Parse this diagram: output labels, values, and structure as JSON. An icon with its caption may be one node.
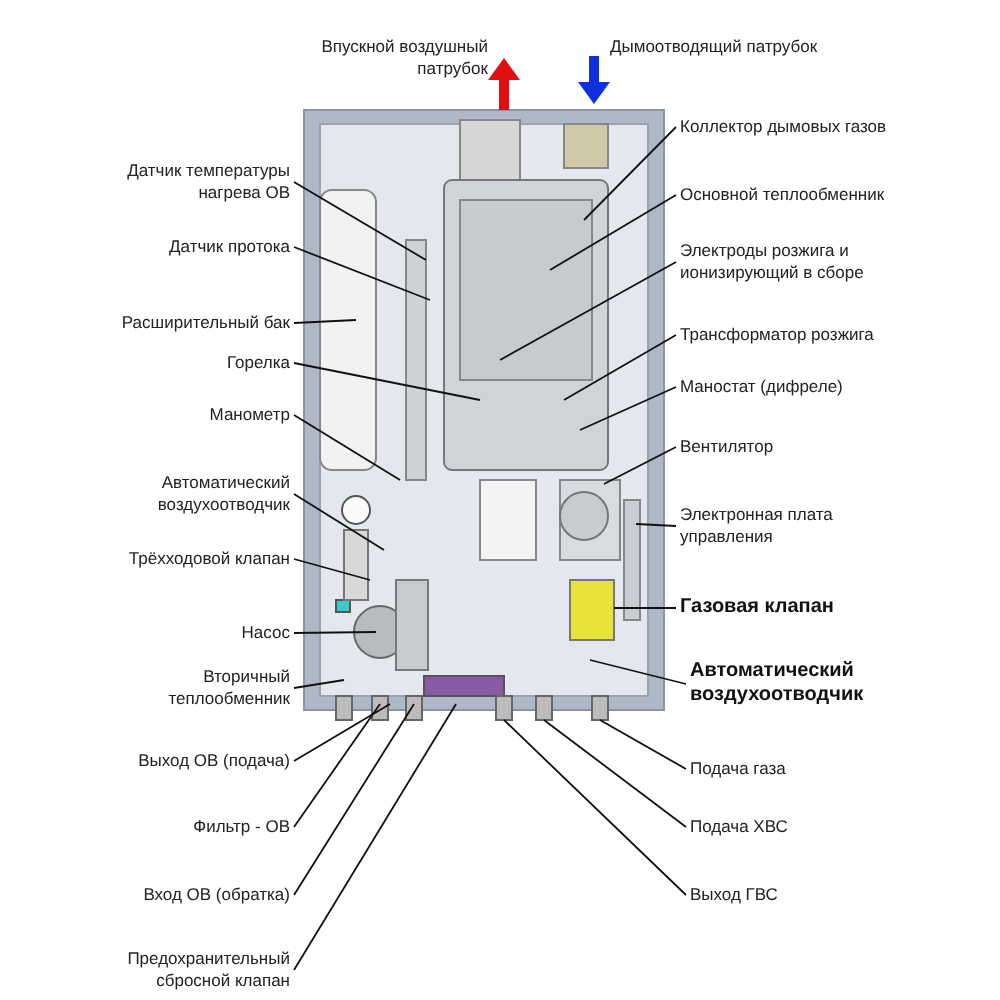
{
  "diagram": {
    "nodes": [
      {
        "text": [
          "Датчик температуры нагрева ОВ"
        ]
      },
      {
        "text": [
          "Датчик протока"
        ]
      },
      {
        "text": [
          "Расширительный бак"
        ]
      },
      {
        "text": [
          "Горелка"
        ]
      },
      {
        "text": [
          "Манометр"
        ]
      },
      {
        "text": [
          "Автоматический воздухоотводчик"
        ]
      },
      {
        "text": [
          "Трёхходовой клапан"
        ]
      },
      {
        "text": [
          "Насос"
        ]
      },
      {
        "text": [
          "Вторичный теплообменник"
        ]
      },
      {
        "text": [
          "Выход ОВ (подача)"
        ]
      },
      {
        "text": [
          "Фильтр - ОВ"
        ]
      },
      {
        "text": [
          "Вход ОВ (обратка)"
        ]
      },
      {
        "text": [
          "Предохранительный сбросной клапан"
        ]
      },
      {
        "text": [
          "Коллектор дымовых газов"
        ]
      },
      {
        "text": [
          "Основной теплообменник"
        ]
      },
      {
        "text": [
          "Электроды розжига и ионизирующий в сборе"
        ]
      },
      {
        "text": [
          "Трансформатор розжига"
        ]
      },
      {
        "text": [
          "Маностат (дифреле)"
        ]
      },
      {
        "text": [
          "Вентилятор"
        ]
      },
      {
        "text": [
          "Электронная плата управления"
        ]
      },
      {
        "text": [
          "Газовая клапан"
        ]
      },
      {
        "text": [
          "Автоматический воздухоотводчик"
        ]
      },
      {
        "text": [
          "Подача газа"
        ]
      },
      {
        "text": [
          "Подача ХВС"
        ]
      },
      {
        "text": [
          "Выход ГВС"
        ]
      }
    ],
    "edges": [
      {
        "from": 0,
        "to": null,
        "arrow": "none"
      },
      {
        "from": 1,
        "to": null,
        "arrow": "none"
      },
      {
        "from": 2,
        "to": null,
        "arrow": "none"
      },
      {
        "from": 3,
        "to": null,
        "arrow": "none"
      },
      {
        "from": 4,
        "to": null,
        "arrow": "none"
      },
      {
        "from": 5,
        "to": null,
        "arrow": "none"
      },
      {
        "from": 6,
        "to": null,
        "arrow": "none"
      },
      {
        "from": 7,
        "to": null,
        "arrow": "none"
      },
      {
        "from": 8,
        "to": null,
        "arrow": "none"
      },
      {
        "from": 9,
        "to": null,
        "arrow": "none"
      },
      {
        "from": 10,
        "to": null,
        "arrow": "none"
      },
      {
        "from": 11,
        "to": null,
        "arrow": "none"
      },
      {
        "from": 12,
        "to": null,
        "arrow": "none"
      },
      {
        "from": 13,
        "to": null,
        "arrow": "none"
      },
      {
        "from": 14,
        "to": null,
        "arrow": "none"
      },
      {
        "from": 15,
        "to": null,
        "arrow": "none"
      },
      {
        "from": 16,
        "to": null,
        "arrow": "none"
      },
      {
        "from": 17,
        "to": null,
        "arrow": "none"
      },
      {
        "from": 18,
        "to": null,
        "arrow": "none"
      },
      {
        "from": 19,
        "to": null,
        "arrow": "none"
      },
      {
        "from": 20,
        "to": null,
        "arrow": "none"
      },
      {
        "from": 21,
        "to": null,
        "arrow": "none"
      },
      {
        "from": 22,
        "to": null,
        "arrow": "none"
      },
      {
        "from": 23,
        "to": null,
        "arrow": "none"
      },
      {
        "from": 24,
        "to": null,
        "arrow": "none"
      }
    ],
    "labels": [
      "Впускной воздушный патрубок",
      "Дымоотводящий патрубок"
    ]
  }
}
